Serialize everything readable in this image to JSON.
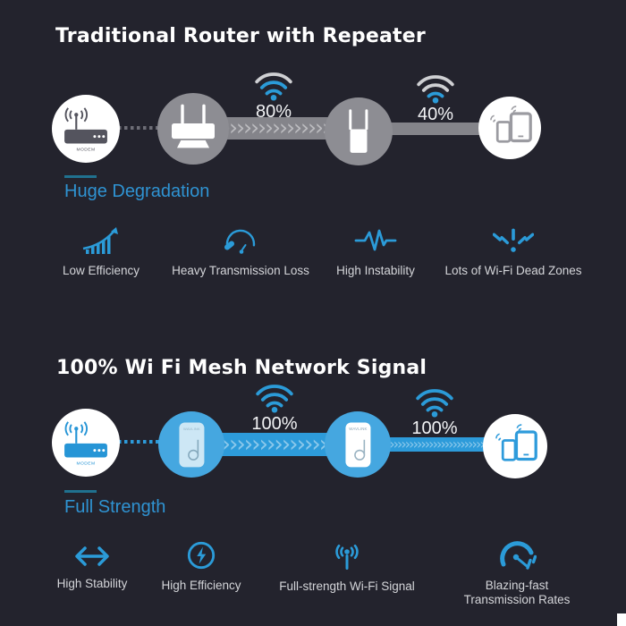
{
  "colors": {
    "background": "#23232d",
    "accent_blue": "#2b9bd8",
    "caption_blue": "#2f93d2",
    "gray_node": "#8d8d93",
    "gray_band": "#84848a",
    "blue_node": "#45a7e0",
    "blue_band": "#2d9bda",
    "label_gray": "#d4d5d9"
  },
  "sections": [
    {
      "title": "Traditional Router with Repeater",
      "caption": "Huge Degradation",
      "modem_label": "MODEM",
      "percents": [
        "80%",
        "40%"
      ],
      "features": [
        {
          "label": "Low Efficiency"
        },
        {
          "label": "Heavy Transmission Loss"
        },
        {
          "label": "High Instability"
        },
        {
          "label": "Lots of Wi-Fi Dead Zones"
        }
      ]
    },
    {
      "title": "100% Wi Fi Mesh Network Signal",
      "caption": "Full Strength",
      "modem_label": "MODEM",
      "repeater_brand": "WAVLINK",
      "percents": [
        "100%",
        "100%"
      ],
      "features": [
        {
          "label": "High Stability"
        },
        {
          "label": "High Efficiency"
        },
        {
          "label": "Full-strength Wi-Fi Signal"
        },
        {
          "label": "Blazing-fast Transmission Rates"
        }
      ]
    }
  ]
}
